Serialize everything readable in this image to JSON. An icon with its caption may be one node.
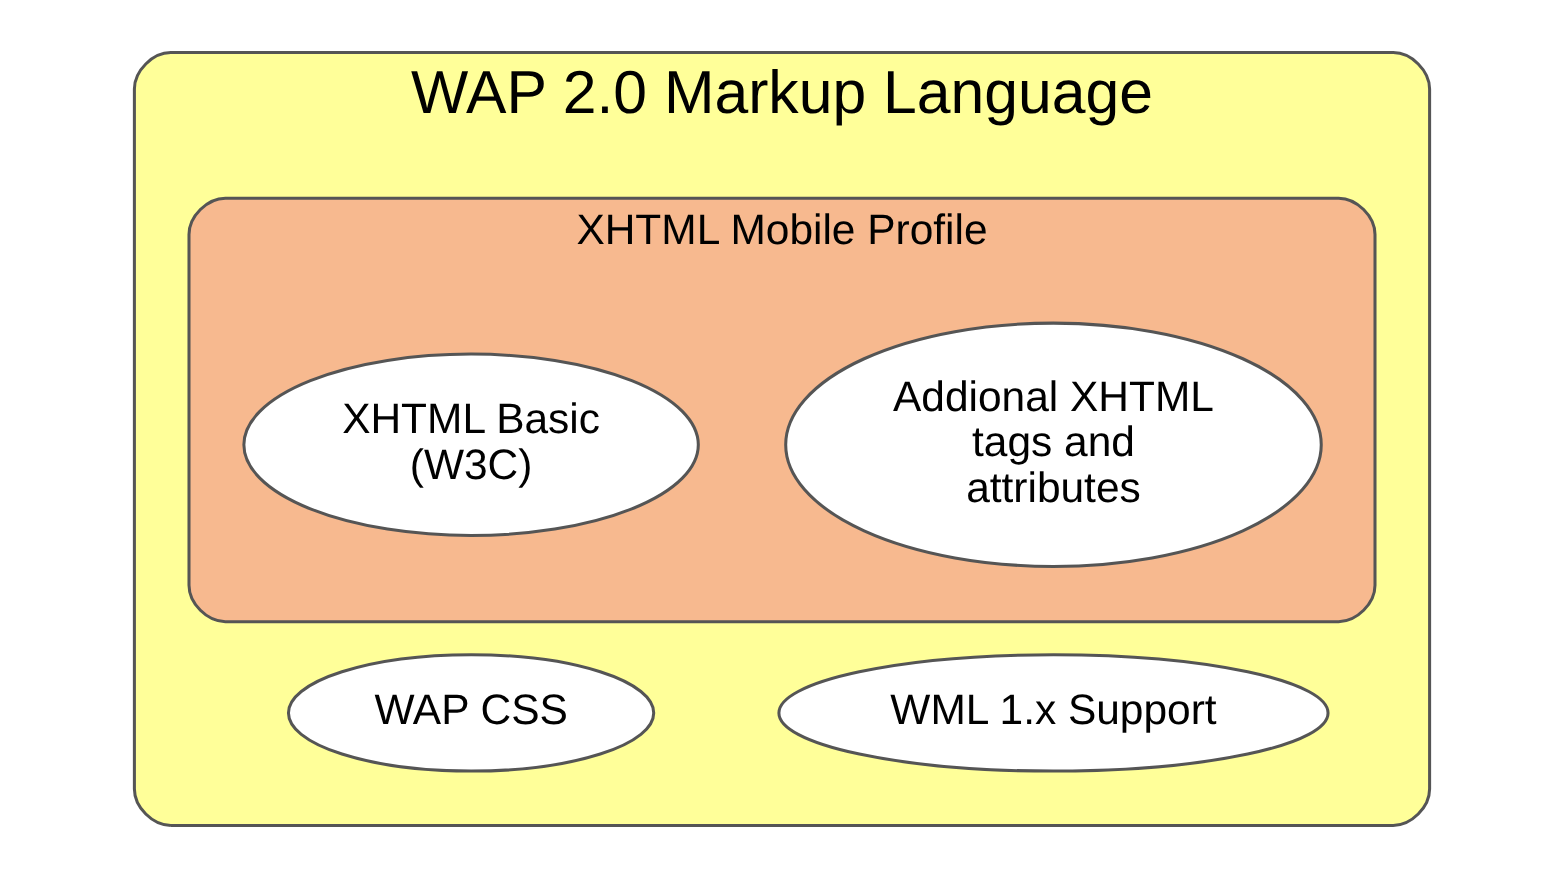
{
  "diagram": {
    "nodes": [
      {
        "text": [
          "WAP 2.0 Markup Language"
        ]
      },
      {
        "text": [
          "XHTML Mobile Profile"
        ],
        "in": 0
      },
      {
        "text": [
          "XHTML Basic (W3C)"
        ],
        "in": 1
      },
      {
        "text": [
          "Addional XHTML tags and attributes"
        ],
        "in": 1
      },
      {
        "text": [
          "WML 1.x Support"
        ],
        "in": 0
      },
      {
        "text": [
          "WAP CSS"
        ],
        "in": 0
      }
    ]
  }
}
